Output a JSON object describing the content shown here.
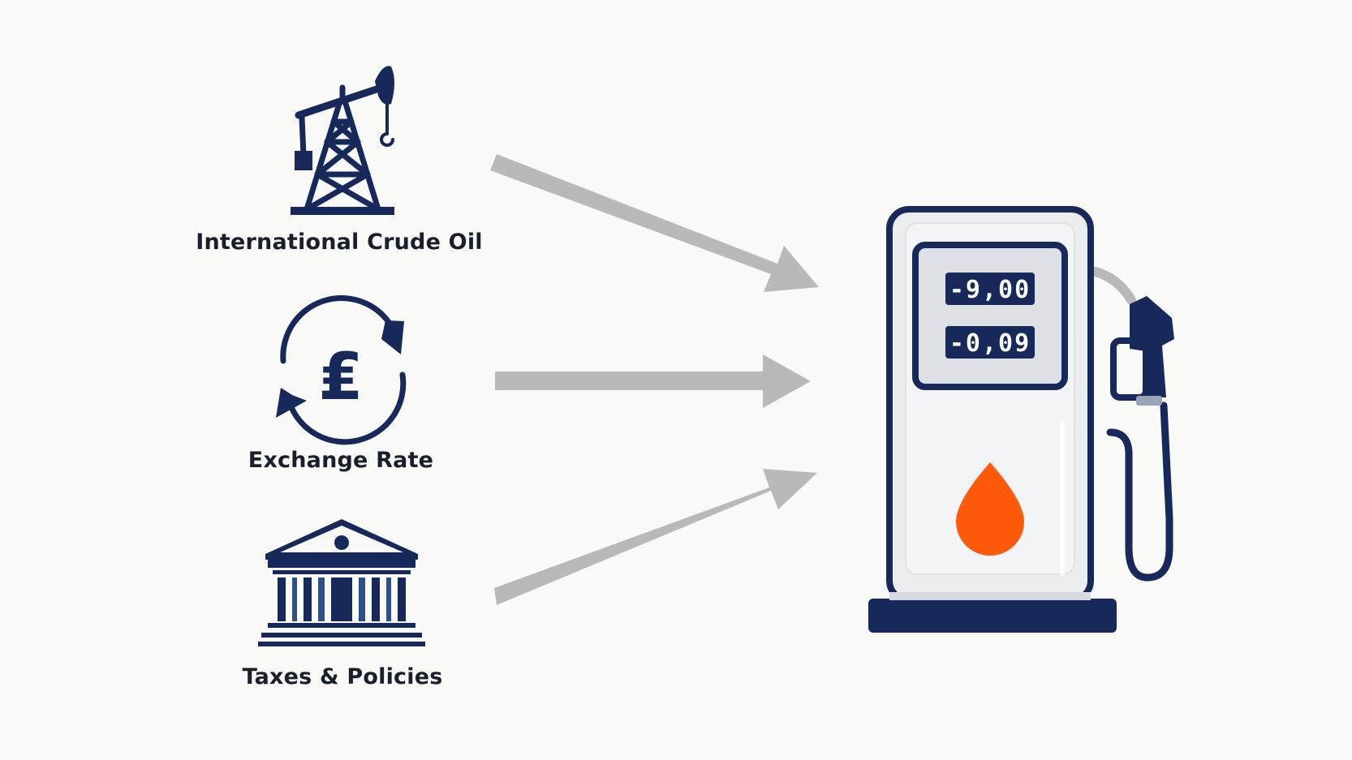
{
  "factors": [
    {
      "label": "International Crude Oil",
      "icon": "oil-derrick-icon"
    },
    {
      "label": "Exchange Rate",
      "icon": "currency-exchange-icon"
    },
    {
      "label": "Taxes & Policies",
      "icon": "government-building-icon"
    }
  ],
  "pump": {
    "icon": "fuel-pump-icon",
    "readout_top": "-9,00",
    "readout_bottom": "-0,09",
    "drop_icon": "fuel-drop-icon"
  },
  "colors": {
    "navy": "#16295a",
    "arrow": "#b9b9b9",
    "drop": "#ff5a0a",
    "pump_body": "#ecedef",
    "text": "#1a1f2e"
  }
}
